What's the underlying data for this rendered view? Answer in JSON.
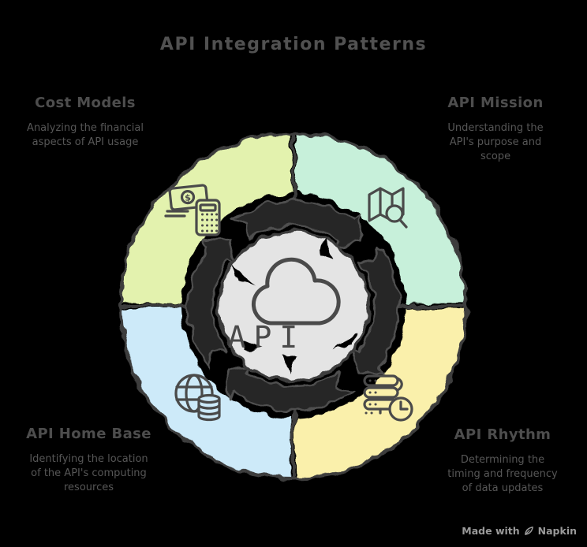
{
  "title": "API Integration Patterns",
  "center": {
    "label": "API",
    "icon": "cloud-icon"
  },
  "quadrants": [
    {
      "heading": "Cost Models",
      "description": "Analyzing the financial aspects of API usage",
      "color": "#e3f2ae",
      "icon": "money-calculator-icon",
      "position": "top-left"
    },
    {
      "heading": "API Mission",
      "description": "Understanding the API's purpose and scope",
      "color": "#c7f0da",
      "icon": "map-search-icon",
      "position": "top-right"
    },
    {
      "heading": "API Home Base",
      "description": "Identifying the location of the API's computing resources",
      "color": "#cdeaf9",
      "icon": "globe-database-icon",
      "position": "bottom-left"
    },
    {
      "heading": "API Rhythm",
      "description": "Determining the timing and frequency of data updates",
      "color": "#faf0ab",
      "icon": "server-clock-icon",
      "position": "bottom-right"
    }
  ],
  "credit": {
    "text": "Made with",
    "brand": "Napkin",
    "icon": "napkin-pen-icon"
  },
  "icons": {
    "dollar_symbol": "$"
  },
  "colors": {
    "background": "#000000",
    "stroke_color": "#3d3d3d",
    "arrow_fill": "#262626",
    "arrow_stroke": "#4f4f4f",
    "center_fill": "#e4e4e4",
    "icon_stroke": "#4a4a4a",
    "heading_color": "#4d4d4d",
    "body_color": "#565656",
    "title_color": "#515151",
    "credit_color": "#9a9a9a"
  }
}
